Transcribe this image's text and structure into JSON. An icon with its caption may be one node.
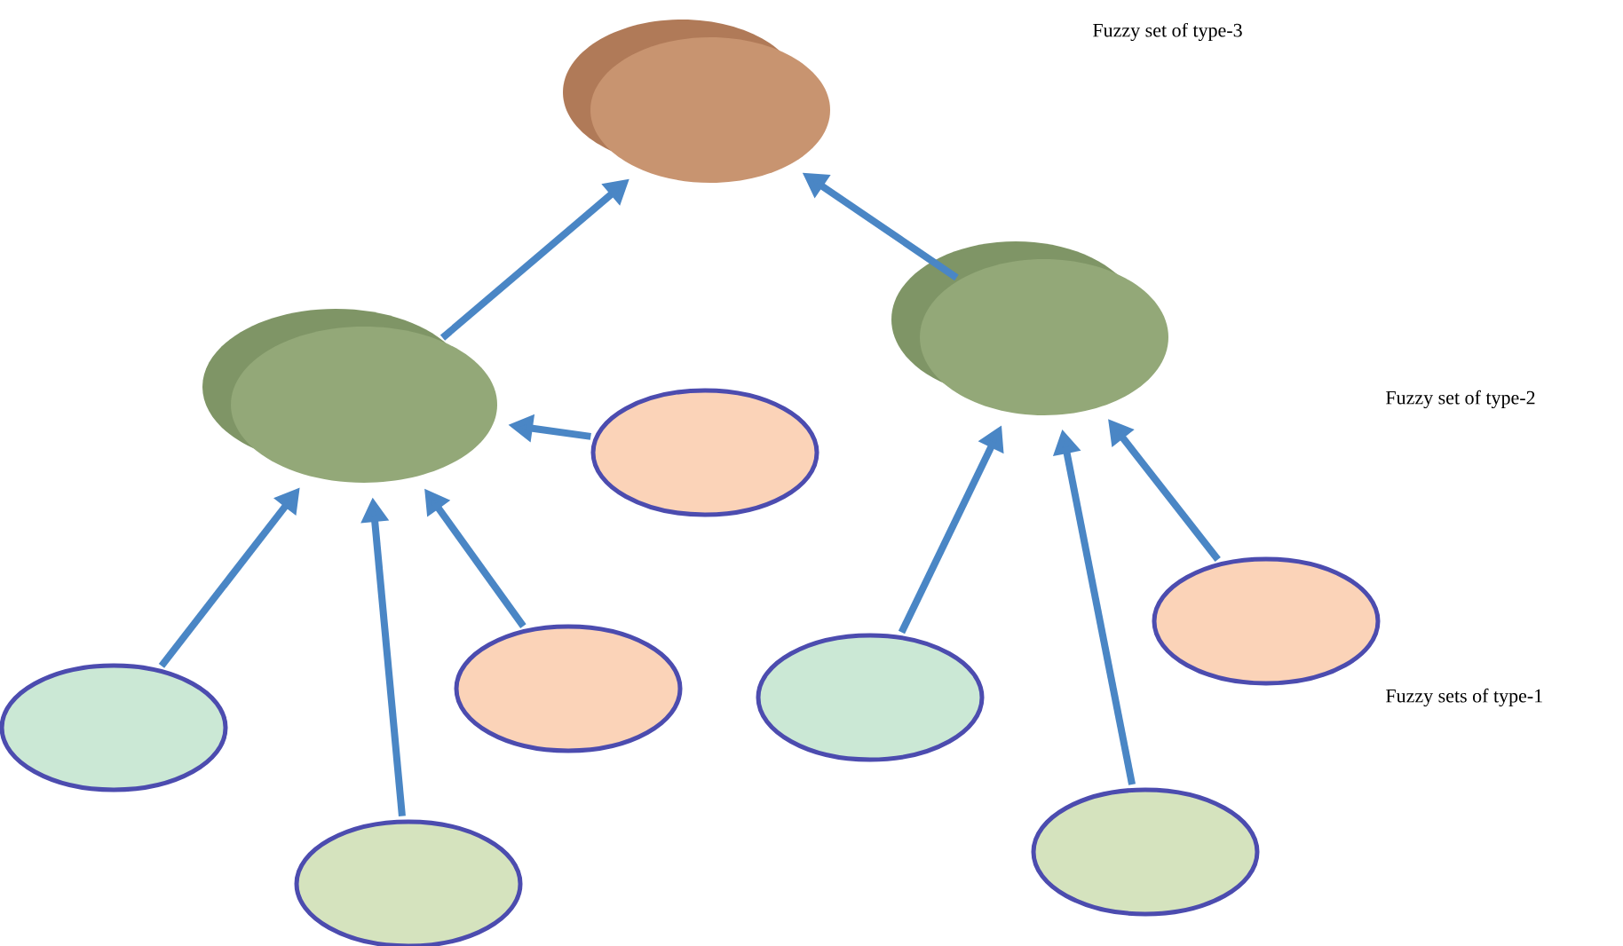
{
  "diagram": {
    "nodes": [
      {
        "text": [],
        "shape": "disc"
      },
      {
        "text": [],
        "shape": "disc"
      },
      {
        "text": [],
        "shape": "disc"
      },
      {
        "text": [],
        "shape": "ellipse"
      },
      {
        "text": [],
        "shape": "ellipse"
      },
      {
        "text": [],
        "shape": "ellipse"
      },
      {
        "text": [],
        "shape": "ellipse"
      },
      {
        "text": [],
        "shape": "ellipse"
      },
      {
        "text": [],
        "shape": "ellipse"
      },
      {
        "text": [],
        "shape": "ellipse"
      }
    ],
    "edges": [
      {
        "from": 1,
        "to": 0,
        "arrow": "to"
      },
      {
        "from": 2,
        "to": 0,
        "arrow": "to"
      },
      {
        "from": 3,
        "to": 1,
        "arrow": "to"
      },
      {
        "from": 5,
        "to": 1,
        "arrow": "to"
      },
      {
        "from": 8,
        "to": 1,
        "arrow": "to"
      },
      {
        "from": 6,
        "to": 1,
        "arrow": "to"
      },
      {
        "from": 7,
        "to": 2,
        "arrow": "to"
      },
      {
        "from": 9,
        "to": 2,
        "arrow": "to"
      },
      {
        "from": 4,
        "to": 2,
        "arrow": "to"
      }
    ],
    "labels": [
      "Fuzzy set of type-3",
      "Fuzzy set of type-2",
      "Fuzzy sets of type-1"
    ]
  }
}
